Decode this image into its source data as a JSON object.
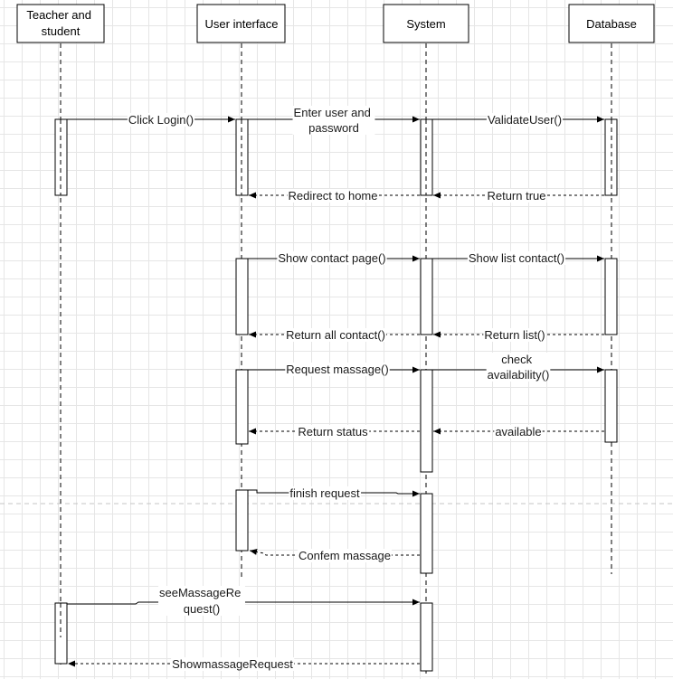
{
  "participants": [
    {
      "name": "Teacher and student",
      "lines": [
        "Teacher and",
        "student"
      ]
    },
    {
      "name": "User interface",
      "lines": [
        "User interface"
      ]
    },
    {
      "name": "System",
      "lines": [
        "System"
      ]
    },
    {
      "name": "Database",
      "lines": [
        "Database"
      ]
    }
  ],
  "messages": [
    {
      "label": [
        "Click Login()"
      ],
      "from": "Teacher and student",
      "to": "User interface",
      "type": "call"
    },
    {
      "label": [
        "Enter user and",
        "password"
      ],
      "from": "User interface",
      "to": "System",
      "type": "call"
    },
    {
      "label": [
        "ValidateUser()"
      ],
      "from": "System",
      "to": "Database",
      "type": "call"
    },
    {
      "label": [
        "Return true"
      ],
      "from": "Database",
      "to": "System",
      "type": "return"
    },
    {
      "label": [
        "Redirect to home"
      ],
      "from": "System",
      "to": "User interface",
      "type": "return"
    },
    {
      "label": [
        "Show contact page()"
      ],
      "from": "User interface",
      "to": "System",
      "type": "call"
    },
    {
      "label": [
        "Show list contact()"
      ],
      "from": "System",
      "to": "Database",
      "type": "call"
    },
    {
      "label": [
        "Return list()"
      ],
      "from": "Database",
      "to": "System",
      "type": "return"
    },
    {
      "label": [
        "Return all contact()"
      ],
      "from": "System",
      "to": "User interface",
      "type": "return"
    },
    {
      "label": [
        "Request massage()"
      ],
      "from": "User interface",
      "to": "System",
      "type": "call"
    },
    {
      "label": [
        "check",
        "availability()"
      ],
      "from": "System",
      "to": "Database",
      "type": "call"
    },
    {
      "label": [
        "available"
      ],
      "from": "Database",
      "to": "System",
      "type": "return"
    },
    {
      "label": [
        "Return status"
      ],
      "from": "System",
      "to": "User interface",
      "type": "return"
    },
    {
      "label": [
        "finish request"
      ],
      "from": "User interface",
      "to": "System",
      "type": "call"
    },
    {
      "label": [
        "Confem massage"
      ],
      "from": "System",
      "to": "User interface",
      "type": "return"
    },
    {
      "label": [
        "seeMassageRe",
        "quest()"
      ],
      "from": "Teacher and student",
      "to": "System",
      "type": "call"
    },
    {
      "label": [
        "ShowmassageRequest"
      ],
      "from": "System",
      "to": "Teacher and student",
      "type": "return"
    }
  ]
}
